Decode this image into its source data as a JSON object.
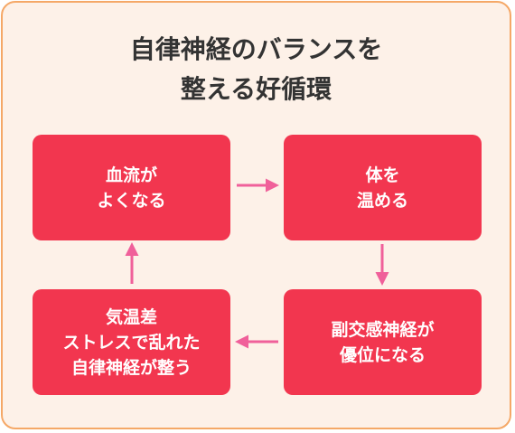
{
  "title": {
    "line1": "自律神経のバランスを",
    "line2": "整える好循環"
  },
  "steps": [
    {
      "line1": "血流が",
      "line2": "よくなる"
    },
    {
      "line1": "体を",
      "line2": "温める"
    },
    {
      "line1": "副交感神経が",
      "line2": "優位になる"
    },
    {
      "line1": "気温差",
      "line2": "ストレスで乱れた",
      "line3": "自律神経が整う"
    }
  ],
  "colors": {
    "background": "#fdf1e8",
    "border": "#f5a867",
    "box": "#f2364f",
    "arrow": "#f0609a",
    "title_text": "#333333",
    "box_text": "#ffffff"
  }
}
